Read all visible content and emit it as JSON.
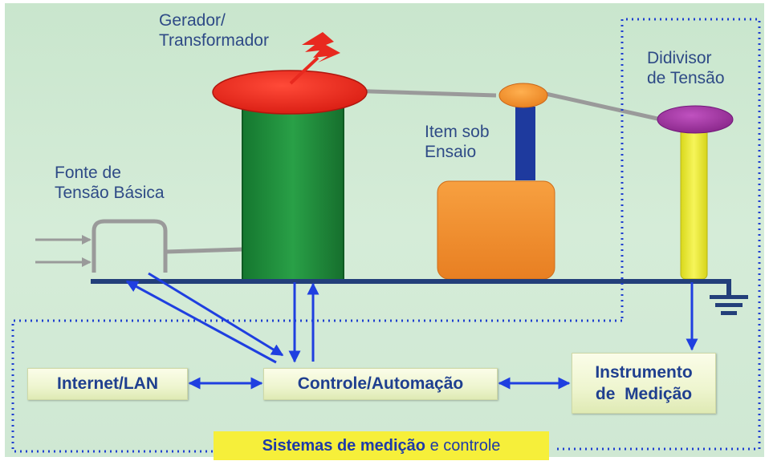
{
  "labels": {
    "generator_line1": "Gerador/",
    "generator_line2": "Transformador",
    "divider_line1": "Didivisor",
    "divider_line2": "de Tensão",
    "test_item_line1": "Item sob",
    "test_item_line2": "Ensaio",
    "source_line1": "Fonte de",
    "source_line2": "Tensão Básica"
  },
  "boxes": {
    "internet": "Internet/LAN",
    "control": "Controle/Automação",
    "instrument_line1": "Instrumento",
    "instrument_line2": "de  Medição"
  },
  "banner": {
    "bold": "Sistemas de medição",
    "rest": " e controle"
  },
  "colors": {
    "background": "#d2ebd6",
    "generator_top": "#e8291f",
    "generator_body": "#1f8a3a",
    "test_item": "#f0892a",
    "divider_top": "#9b2f9c",
    "divider_body": "#e8e830",
    "ground_line": "#233f7a",
    "arrows": "#1f3fe0",
    "dotted_border": "#1f3fd0",
    "banner": "#f6ef3a"
  }
}
